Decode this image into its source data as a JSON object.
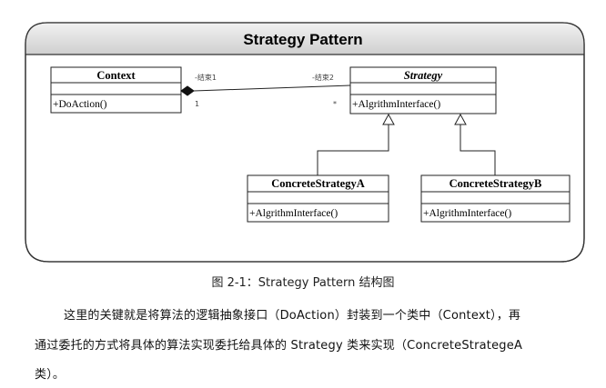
{
  "diagram": {
    "title": "Strategy Pattern",
    "classes": {
      "context": {
        "name": "Context",
        "operation": "+DoAction()"
      },
      "strategy": {
        "name": "Strategy",
        "operation": "+AlgrithmInterface()"
      },
      "concrete_a": {
        "name": "ConcreteStrategyA",
        "operation": "+AlgrithmInterface()"
      },
      "concrete_b": {
        "name": "ConcreteStrategyB",
        "operation": "+AlgrithmInterface()"
      }
    },
    "association": {
      "role_left": "-结束1",
      "role_right": "-结束2",
      "mult_left": "1",
      "mult_right": "*"
    }
  },
  "caption": "图 2-1：Strategy Pattern 结构图",
  "body": {
    "line1": "这里的关键就是将算法的逻辑抽象接口（DoAction）封装到一个类中（Context），再",
    "line2": "通过委托的方式将具体的算法实现委托给具体的 Strategy 类来实现（ConcreteStrategeA",
    "line3": "类）。"
  }
}
